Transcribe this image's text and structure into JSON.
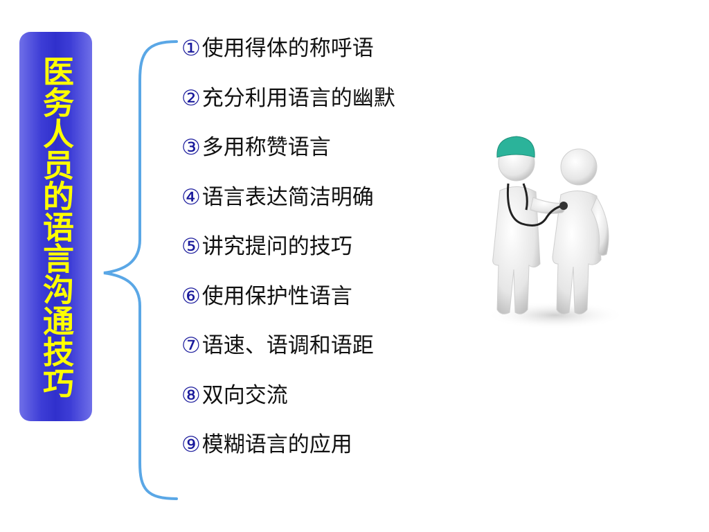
{
  "title": "医务人员的语言沟通技巧",
  "items": [
    {
      "num": "①",
      "text": "使用得体的称呼语"
    },
    {
      "num": "②",
      "text": "充分利用语言的幽默"
    },
    {
      "num": "③",
      "text": "多用称赞语言"
    },
    {
      "num": "④",
      "text": "语言表达简洁明确"
    },
    {
      "num": "⑤",
      "text": "讲究提问的技巧"
    },
    {
      "num": "⑥",
      "text": "使用保护性语言"
    },
    {
      "num": "⑦",
      "text": "语速、语调和语距"
    },
    {
      "num": "⑧",
      "text": "双向交流"
    },
    {
      "num": "⑨",
      "text": "模糊语言的应用"
    }
  ],
  "colors": {
    "title_text": "#ffff00",
    "title_box": "#3030cc",
    "brace": "#5aa7e6",
    "cap": "#2bb39a"
  },
  "icons": {
    "illustration": "doctor-stethoscope-figures-icon"
  }
}
